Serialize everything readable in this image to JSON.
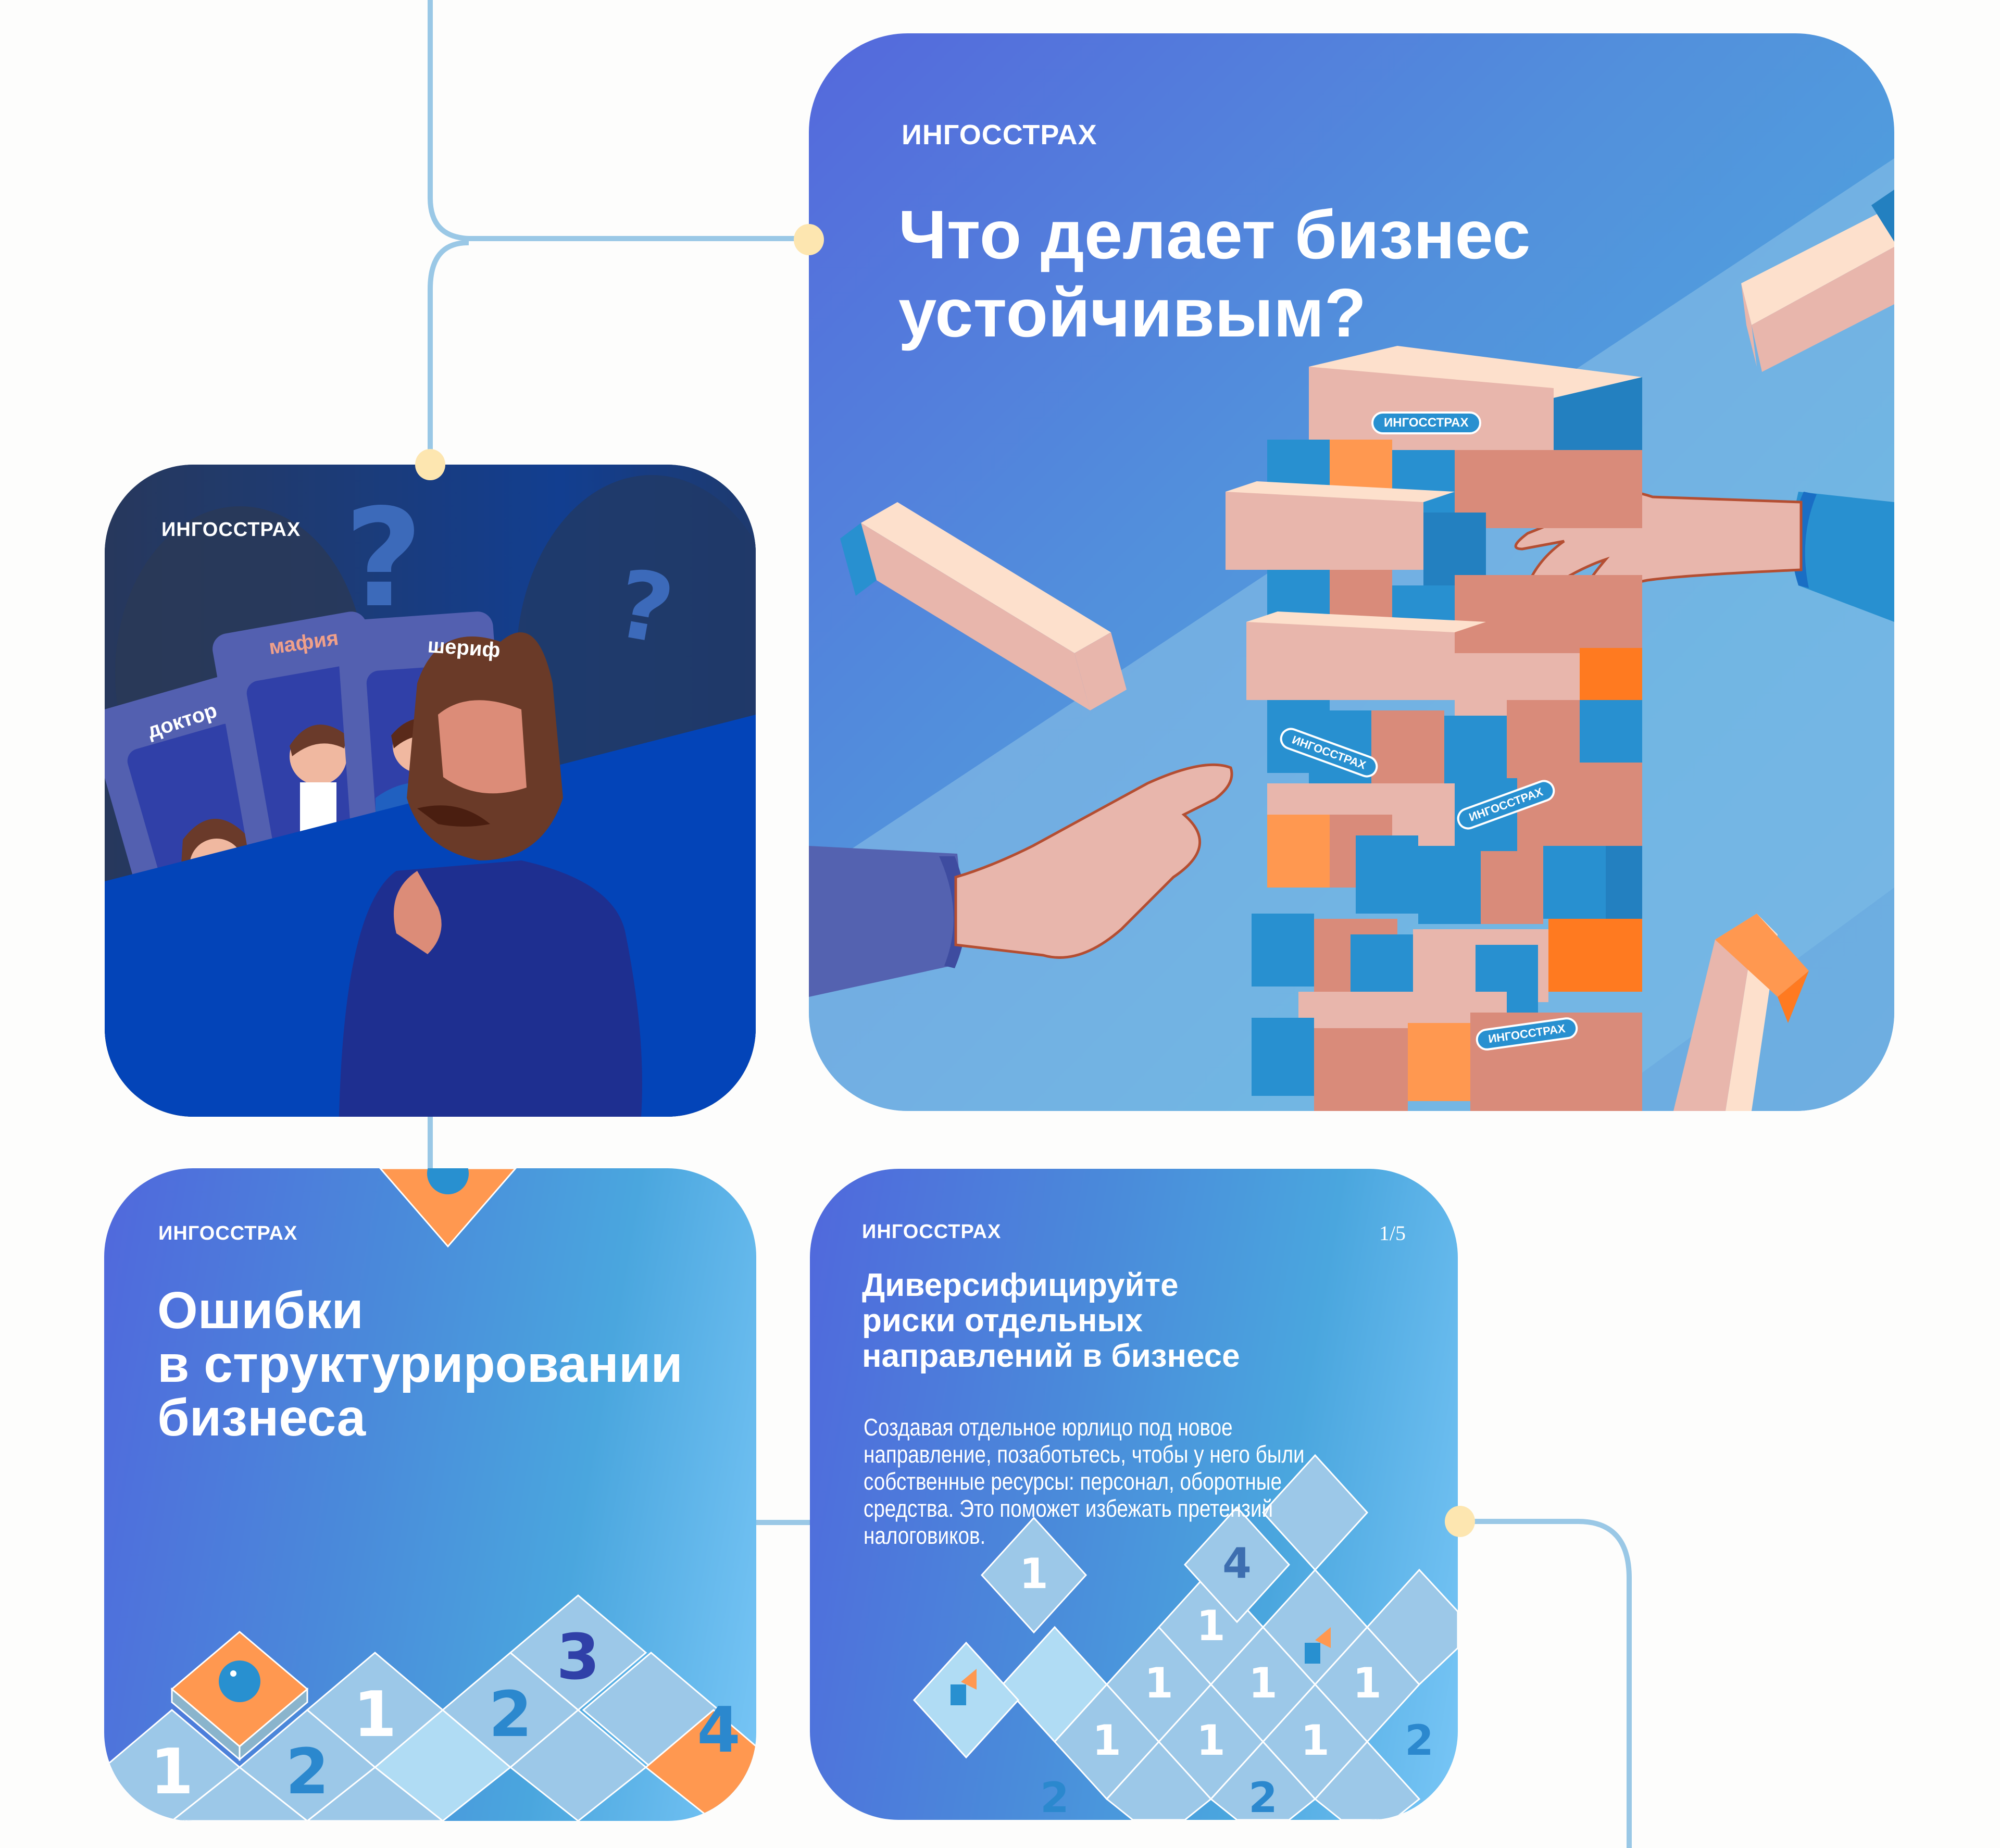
{
  "brand": "ИНГОССТРАХ",
  "colors": {
    "background": "#FDFDFC",
    "connector": "#9AC8E6",
    "node": "#FDE6B0",
    "card_gradient_start": "#5068DC",
    "card_gradient_end": "#78C6F6",
    "block_pink": "#E8B8AE",
    "block_dark": "#D98B7A",
    "block_top": "#FDE0CC",
    "block_blue": "#2890D0",
    "block_orange": "#FF9850"
  },
  "cards": {
    "jenga": {
      "logo": "ИНГОССТРАХ",
      "title_line1": "Что делает бизнес",
      "title_line2": "устойчивым?",
      "block_labels": [
        "ИНГОССТРАХ",
        "ИНГОССТРАХ",
        "ИНГОССТРАХ",
        "ИНГОССТРАХ"
      ]
    },
    "mafia": {
      "logo": "ИНГОССТРАХ",
      "role_cards": [
        {
          "label": "доктор"
        },
        {
          "label": "мафия"
        },
        {
          "label": "шериф"
        }
      ]
    },
    "errors": {
      "logo": "ИНГОССТРАХ",
      "title_line1": "Ошибки",
      "title_line2": "в структурировании",
      "title_line3": "бизнеса"
    },
    "diversify": {
      "logo": "ИНГОССТРАХ",
      "counter": "1/5",
      "title_line1": "Диверсифицируйте",
      "title_line2": "риски отдельных",
      "title_line3": "направлений в бизнесе",
      "body_lines": [
        "Создавая отдельное юрлицо под новое",
        "направление, позаботьтесь, чтобы у него были",
        "собственные ресурсы: персонал, оборотные",
        "средства. Это поможет избежать претензий",
        "налоговиков."
      ]
    }
  }
}
